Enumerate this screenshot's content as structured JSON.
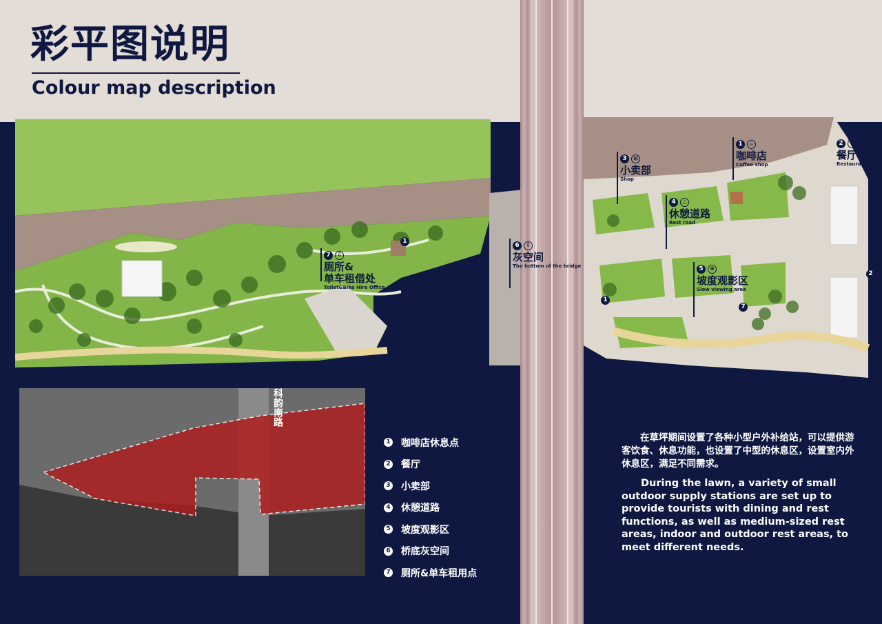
{
  "header": {
    "title_cn": "彩平图说明",
    "title_en": "Colour map description"
  },
  "callouts": {
    "toilet": {
      "num": "7",
      "icon": "toilet-icon",
      "label_cn_1": "厕所&",
      "label_cn_2": "单车租借处",
      "label_en": "Toilet&Bike Hire Office"
    },
    "bridge_bottom": {
      "num": "6",
      "icon": "bridge-icon",
      "label_cn": "灰空间",
      "label_en": "The bottom of the bridge"
    },
    "shop": {
      "num": "3",
      "icon": "shop-icon",
      "label_cn": "小卖部",
      "label_en": "Shop"
    },
    "coffee": {
      "num": "1",
      "icon": "cup-icon",
      "label_cn": "咖啡店",
      "label_en": "Coffee shop"
    },
    "restaurant": {
      "num": "2",
      "icon": "cutlery-icon",
      "label_cn": "餐厅",
      "label_en": "Restaurant"
    },
    "rest_road": {
      "num": "4",
      "icon": "rest-icon",
      "label_cn": "休憩道路",
      "label_en": "Rest road"
    },
    "slope": {
      "num": "5",
      "icon": "viewing-icon",
      "label_cn": "坡度观影区",
      "label_en": "Slow viewing area"
    }
  },
  "pins": {
    "left_1": "1",
    "right_1": "1",
    "right_7": "7",
    "right_2": "2"
  },
  "map_thumb": {
    "road_label": "科韵南路"
  },
  "legend": [
    {
      "num": "1",
      "label": "咖啡店休息点"
    },
    {
      "num": "2",
      "label": "餐厅"
    },
    {
      "num": "3",
      "label": "小卖部"
    },
    {
      "num": "4",
      "label": "休憩道路"
    },
    {
      "num": "5",
      "label": "坡度观影区"
    },
    {
      "num": "6",
      "label": "桥底灰空间"
    },
    {
      "num": "7",
      "label": "厕所&单车租用点"
    }
  ],
  "description": {
    "cn": "在草坪期间设置了各种小型户外补给站，可以提供游客饮食、休息功能，也设置了中型的休息区，设置室内外休息区，满足不同需求。",
    "en": "During the lawn, a variety of small outdoor supply stations are set up to provide tourists with dining and rest functions, as well as medium-sized rest areas, indoor and outdoor rest areas, to meet different needs."
  },
  "colors": {
    "navy": "#0e1840",
    "sand": "#e4ddd7",
    "lawn": "#8fc44f",
    "red_zone": "#b01c1c"
  }
}
